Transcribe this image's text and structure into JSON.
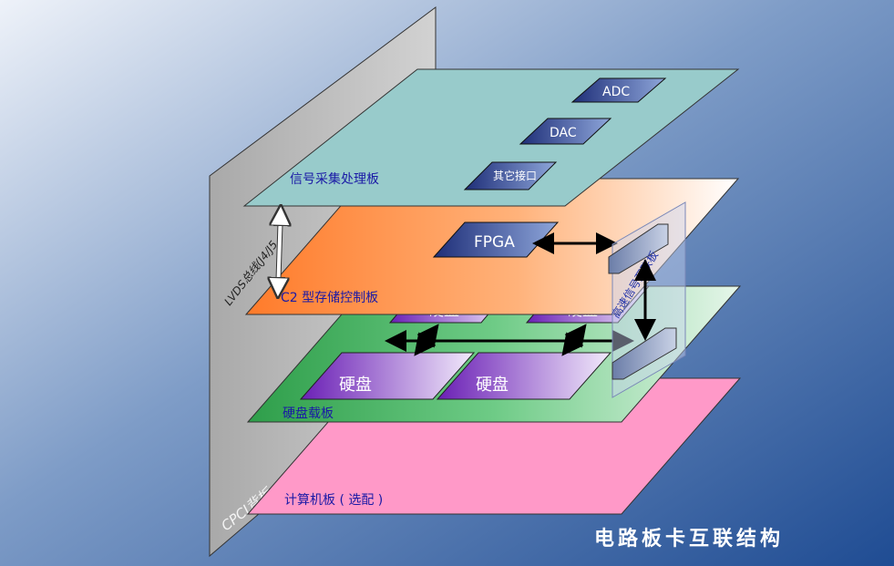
{
  "diagram": {
    "title": "电路板卡互联结构",
    "backplane_label": "CPCI背板",
    "bus_label": "LVDS总线(J4/J5",
    "connector_label": "高速信号互联板",
    "boards": {
      "signal": "信号采集处理板",
      "storage": "C2 型存储控制板",
      "disk": "硬盘载板",
      "compute": "计算机板 ( 选配 )"
    },
    "chips": {
      "adc": "ADC",
      "dac": "DAC",
      "other_io": "其它接口",
      "fpga": "FPGA"
    },
    "disks": {
      "back_left": "硬盘",
      "back_right": "硬盘",
      "front_left": "硬盘",
      "front_right": "硬盘"
    },
    "colors": {
      "signal_board": "#98CBCB",
      "storage_board": "#FF8A3A",
      "disk_board": "#3FAF5F",
      "compute_board": "#FF99C8",
      "backplane": "#BEBEBE",
      "chip": "#2B3F8A",
      "disk_chip": "#7B2FC6",
      "title": "#FFFFFF"
    }
  }
}
